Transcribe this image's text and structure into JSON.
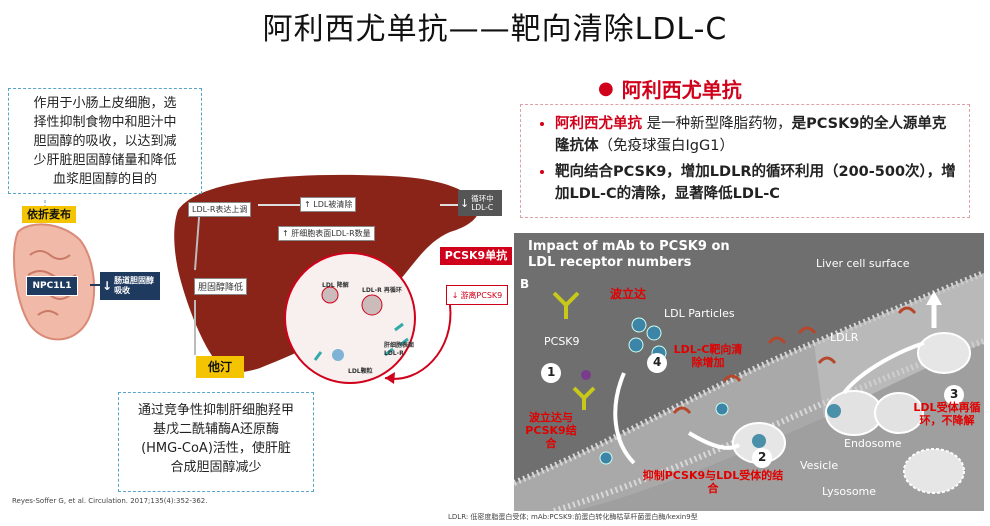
{
  "title": "阿利西尤单抗——靶向清除LDL-C",
  "left_box_top": {
    "lines": [
      "作用于小肠上皮细胞，选",
      "择性抑制食物中和胆汁中",
      "胆固醇的吸收，以达到减",
      "少肝脏胆固醇储量和降低",
      "血浆胆固醇的目的"
    ]
  },
  "left_box_bottom": {
    "lines": [
      "通过竞争性抑制肝细胞羟甲",
      "基戊二酰辅酶A还原酶",
      "(HMG-CoA)活性，使肝脏",
      "合成胆固醇减少"
    ]
  },
  "diagram": {
    "ezetimibe": "依折麦布",
    "npc1l1": "NPC1L1",
    "intestine_absorb": "肠道胆固醇吸收",
    "ldlr_up": "LDL-R表达上调",
    "ldl_clear": "LDL被清除",
    "ldlr_count": "肝细胞表面LDL-R数量",
    "liver_chol_down": "胆固醇降低",
    "statin": "他汀",
    "circulating": "循环中LDL-C",
    "pcsk9_mab": "PCSK9单抗",
    "free_pcsk9": "游离PCSK9",
    "ldl_degrade": "LDL 降解",
    "ldlr_recycle": "LDL-R 再循环",
    "liver_surface_ldlr": "肝细胞表面LDL-R",
    "ldl_particle": "LDL颗粒"
  },
  "section_heading": "阿利西尤单抗",
  "bullets": [
    {
      "red": "阿利西尤单抗",
      "normal1": " 是一种新型降脂药物，",
      "bold": "是PCSK9的全人源单克隆抗体",
      "normal2": "（免疫球蛋白IgG1）"
    },
    {
      "bold": "靶向结合PCSK9，增加LDLR的循环利用（200-500次），增加LDL-C的清除，显著降低LDL-C"
    }
  ],
  "panel": {
    "title_line1": "Impact of mAb to PCSK9 on",
    "title_line2": "LDL receptor numbers",
    "letter": "B",
    "liver_surface": "Liver cell surface",
    "ldl_particles": "LDL Particles",
    "pcsk9": "PCSK9",
    "ldlr": "LDLR",
    "endosome": "Endosome",
    "vesicle": "Vesicle",
    "lysosome": "Lysosome",
    "num1": "1",
    "num2": "2",
    "num3": "3",
    "num4": "4",
    "ann_alirocumab": "波立达",
    "ann_bind": "波立达与PCSK9结合",
    "ann_clear": "LDL-C靶向清除增加",
    "ann_inhibit": "抑制PCSK9与LDL受体的结合",
    "ann_recycle": "LDL受体再循环，不降解"
  },
  "reference": "Reyes-Soffer G, et al. Circulation. 2017;135(4):352-362.",
  "footnote": "LDLR: 低密度脂蛋白受体; mAb:PCSK9:前蛋白转化酶枯草杆菌蛋白酶/kexin9型",
  "colors": {
    "accent_red": "#d0021b",
    "liver": "#8b2418",
    "navy": "#1f3a5f",
    "yellow": "#f4c400",
    "dash_blue": "#5aa3c8"
  }
}
